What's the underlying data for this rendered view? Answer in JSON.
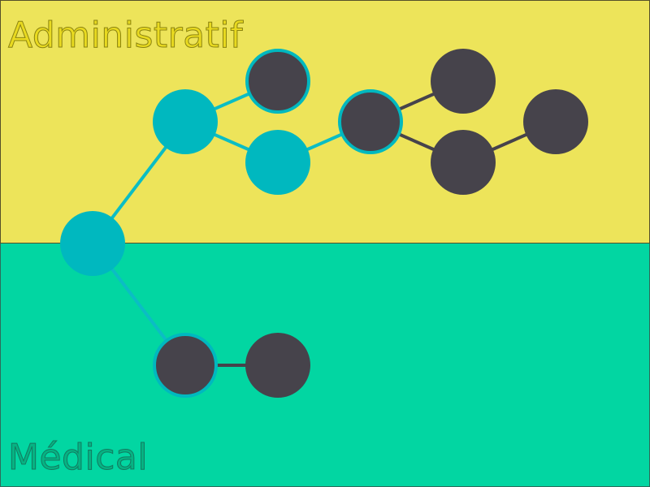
{
  "lanes": {
    "top_label": "Administratif",
    "bottom_label": "Médical"
  },
  "colors": {
    "lane_top": "#ede45a",
    "lane_bottom": "#02d6a2",
    "node_active": "#00b8bf",
    "node_pending": "#46434b",
    "edge_active": "#0bbdc4",
    "edge_pending": "#46434b"
  },
  "graph": {
    "nodes": [
      {
        "id": "n1",
        "lane": "administratif",
        "state": "active"
      },
      {
        "id": "n2",
        "lane": "administratif",
        "state": "active"
      },
      {
        "id": "n3",
        "lane": "administratif",
        "state": "pending-highlighted"
      },
      {
        "id": "n4",
        "lane": "administratif",
        "state": "active"
      },
      {
        "id": "n5",
        "lane": "administratif",
        "state": "pending-highlighted"
      },
      {
        "id": "n6",
        "lane": "administratif",
        "state": "pending"
      },
      {
        "id": "n7",
        "lane": "administratif",
        "state": "pending"
      },
      {
        "id": "n8",
        "lane": "administratif",
        "state": "pending"
      },
      {
        "id": "n9",
        "lane": "médical",
        "state": "pending-highlighted"
      },
      {
        "id": "n10",
        "lane": "médical",
        "state": "pending"
      }
    ],
    "edges": [
      {
        "from": "n1",
        "to": "n2",
        "state": "active"
      },
      {
        "from": "n2",
        "to": "n3",
        "state": "active"
      },
      {
        "from": "n2",
        "to": "n4",
        "state": "active"
      },
      {
        "from": "n4",
        "to": "n5",
        "state": "active"
      },
      {
        "from": "n5",
        "to": "n6",
        "state": "pending"
      },
      {
        "from": "n5",
        "to": "n7",
        "state": "pending"
      },
      {
        "from": "n7",
        "to": "n8",
        "state": "pending"
      },
      {
        "from": "n1",
        "to": "n9",
        "state": "active"
      },
      {
        "from": "n9",
        "to": "n10",
        "state": "pending"
      }
    ]
  }
}
